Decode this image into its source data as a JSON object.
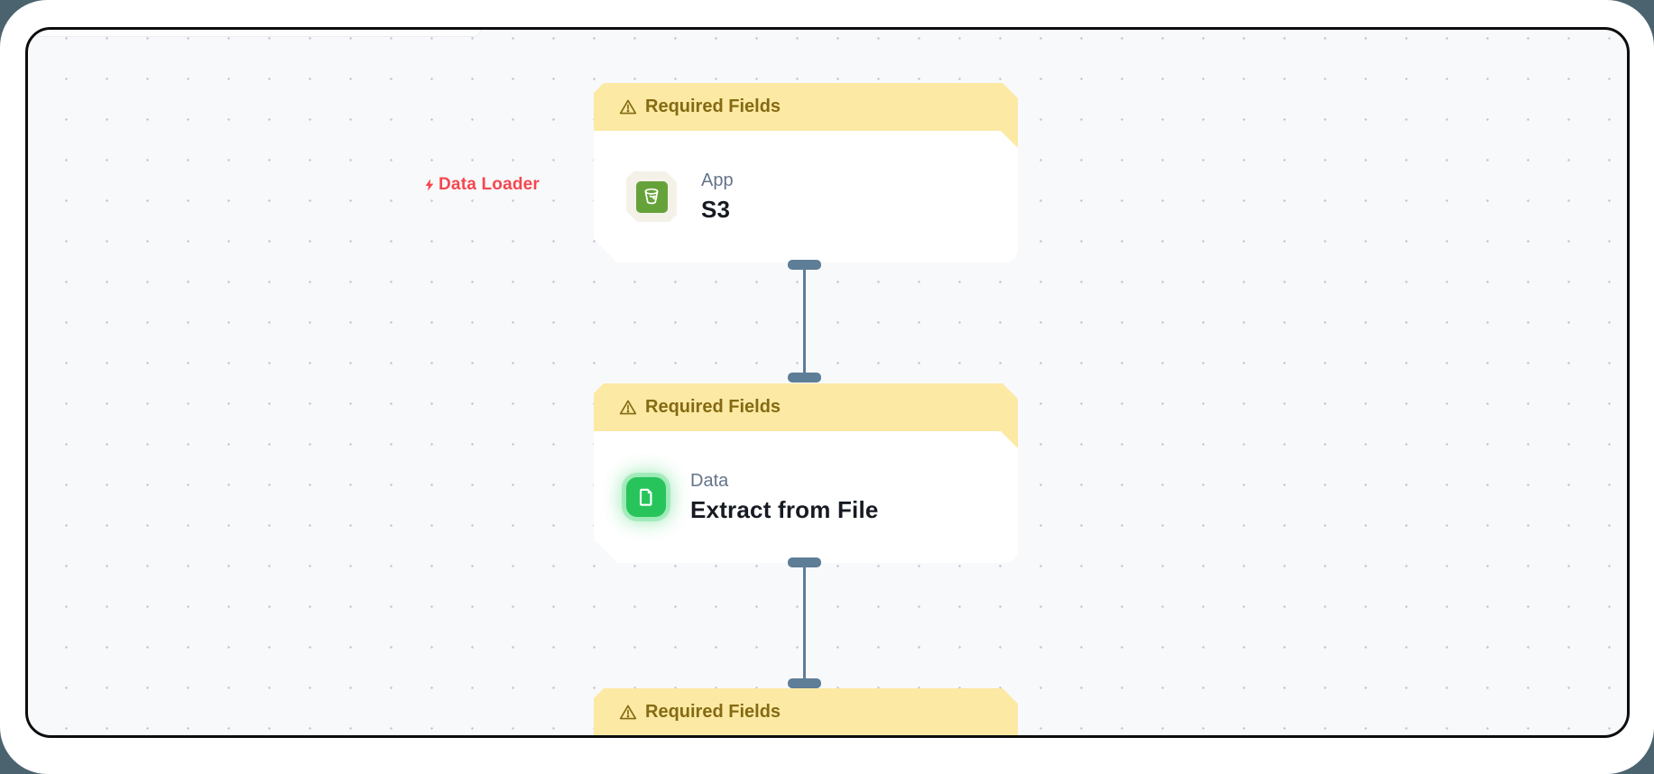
{
  "group_label": {
    "text": "Data Loader",
    "icon": "lightning-bolt-icon",
    "color": "#f4474e"
  },
  "nodes": [
    {
      "warning_label": "Required Fields",
      "category": "App",
      "title": "S3",
      "icon": "s3-bucket-icon"
    },
    {
      "warning_label": "Required Fields",
      "category": "Data",
      "title": "Extract from File",
      "icon": "document-icon"
    },
    {
      "warning_label": "Required Fields"
    }
  ],
  "colors": {
    "page_frame": "#4b636e",
    "canvas_background": "#f8f9fb",
    "canvas_border": "#0c0d0f",
    "warning_banner_background": "#fce9a4",
    "warning_banner_text": "#846a12",
    "connector": "#5e7d96",
    "group_label": "#f4474e",
    "s3_icon_green": "#66a23a",
    "data_icon_green": "#27c45c",
    "category_text": "#64748b",
    "title_text": "#161b22"
  }
}
